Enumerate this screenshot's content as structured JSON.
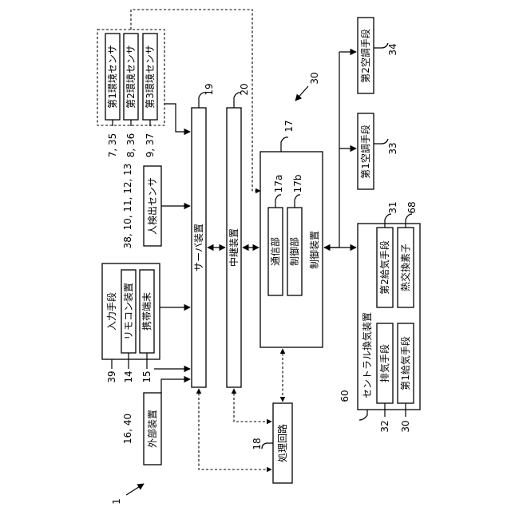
{
  "ref_numbers": {
    "system": "1",
    "sensor_group_a": "7, 35",
    "sensor_group_b": "8, 36",
    "sensor_group_c": "9, 37",
    "server": "19",
    "relay": "20",
    "system_arrow": "30",
    "controller": "17",
    "comm": "17a",
    "ctrl": "17b",
    "hvac2": "34",
    "hvac1": "33",
    "human_sensor": "38, 10, 11, 12, 13",
    "input_means": "39",
    "remote": "14",
    "mobile": "15",
    "external": "16, 40",
    "processing": "18",
    "central_vent": "60",
    "supply2": "31",
    "heat_exchanger": "68",
    "exhaust": "32",
    "supply1": "30"
  },
  "labels": {
    "env_sensor_1": "第1環境センサ",
    "env_sensor_2": "第2環境センサ",
    "env_sensor_3": "第3環境センサ",
    "human_sensor": "人検出センサ",
    "input_means": "入力手段",
    "remote": "リモコン装置",
    "mobile": "携帯端末",
    "external": "外部装置",
    "server": "サーバ装置",
    "relay": "中継装置",
    "comm": "通信部",
    "ctrl": "制御部",
    "controller": "制御装置",
    "processing": "処理回路",
    "hvac2": "第2空調手段",
    "hvac1": "第1空調手段",
    "central_vent": "セントラル換気装置",
    "supply2": "第2給気手段",
    "heat_exchanger": "熱交換素子",
    "exhaust": "排気手段",
    "supply1": "第1給気手段"
  }
}
